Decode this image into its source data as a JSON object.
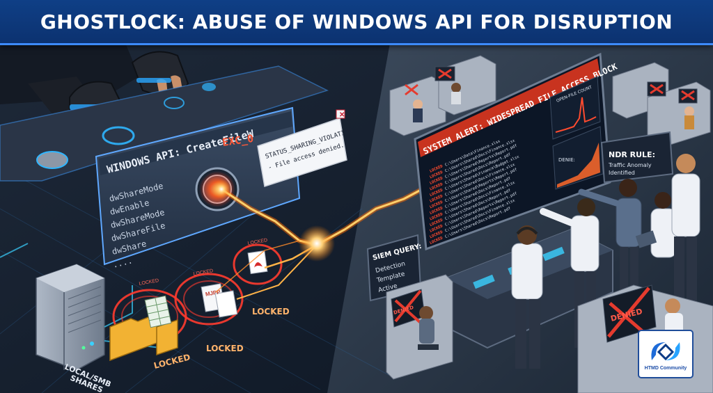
{
  "banner": {
    "title": "GHOSTLOCK: ABUSE OF WINDOWS API FOR DISRUPTION"
  },
  "api_panel": {
    "title": "WINDOWS API: CreateFileW",
    "params": [
      "dwShareMode",
      "dwEnable",
      "dwShareMode",
      "dwShareFile",
      "dwShare",
      "...."
    ],
    "exc_label": "EXC_0"
  },
  "error_popup": {
    "line1": "STATUS_SHARING_VIOLATION",
    "line2": "- File access denied."
  },
  "files": {
    "locked_label": "LOCKED",
    "file_tag": "MJPP"
  },
  "shares_label": {
    "line1": "LOCAL/SMB",
    "line2": "SHARES"
  },
  "alert_screen": {
    "title": "SYSTEM ALERT: WIDESPREAD FILE ACCESS BLOCK",
    "locked_tag": "LOCKED",
    "paths": [
      "C:\\Users\\Data\\Finance.xlsx",
      "C:\\Users\\Shared\\Docs\\Finance.xlsx",
      "C:\\Users\\Shared\\Reports\\Report.pdf",
      "C:\\Users\\Shared\\Docs\\Report.pdf",
      "C:\\Users\\Shared\\Finance\\Budget.xlsx",
      "C:\\Users\\Shared\\Docs\\Finance.xlsx",
      "C:\\Users\\Shared\\Reports\\Report.pdf",
      "C:\\Users\\Shared\\Docs\\Report.pdf",
      "C:\\Users\\Shared\\Docs\\Finance.xlsx",
      "C:\\Users\\Shared\\Docs\\Report.pdf",
      "C:\\Users\\Shared\\Reports\\Report.pdf",
      "C:\\Users\\Shared\\Docs\\Finance.xlsx",
      "C:\\Users\\Shared\\Docs\\Report.pdf"
    ],
    "chart1_label": "OPEN-FILE COUNT",
    "chart2_label": "DENIE:"
  },
  "ndr_card": {
    "title": "NDR RULE:",
    "line1": "Traffic Anomaly",
    "line2": "Identified"
  },
  "siem_card": {
    "title": "SIEM QUERY:",
    "line1": "Detection",
    "line2": "Template",
    "line3": "Active"
  },
  "denied_label": "DENIED",
  "logo": {
    "text": "HTMD Community"
  },
  "colors": {
    "banner": "#0f3f86",
    "alert_red": "#e53b2e",
    "lightning": "#ff8a00",
    "screen_bg": "#101c2e"
  }
}
